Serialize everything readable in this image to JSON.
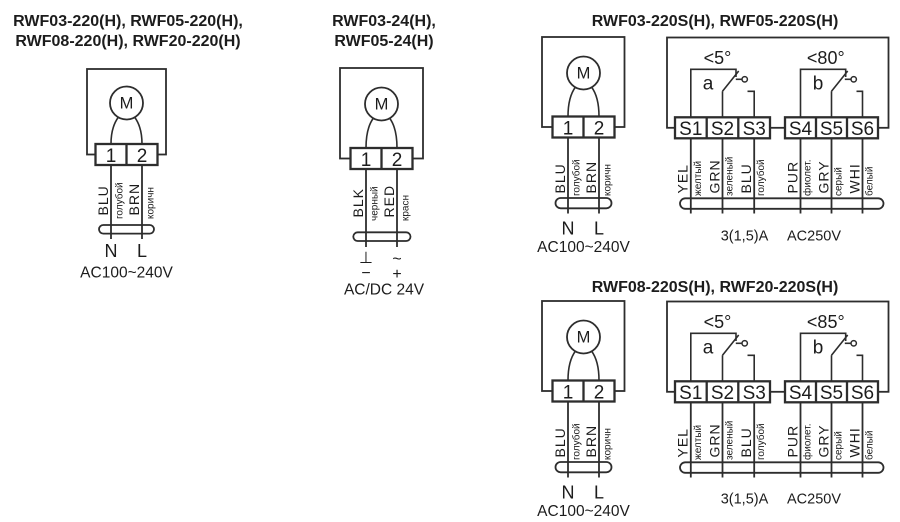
{
  "diagram_220": {
    "title_line1": "RWF03-220(H), RWF05-220(H),",
    "title_line2": "RWF08-220(H), RWF20-220(H)",
    "motor_label": "M",
    "terminal_1": "1",
    "terminal_2": "2",
    "wire_1_code": "BLU",
    "wire_1_name": "голубой",
    "wire_2_code": "BRN",
    "wire_2_name": "коричн",
    "pin_n": "N",
    "pin_l": "L",
    "supply": "AC100~240V"
  },
  "diagram_24": {
    "title_line1": "RWF03-24(H),",
    "title_line2": "RWF05-24(H)",
    "motor_label": "M",
    "terminal_1": "1",
    "terminal_2": "2",
    "wire_1_code": "BLK",
    "wire_1_name": "черный",
    "wire_2_code": "RED",
    "wire_2_name": "красн",
    "sym_gnd": "⊥",
    "sym_minus": "−",
    "sym_ac": "~",
    "sym_plus": "+",
    "supply": "AC/DC 24V"
  },
  "diagram_220s_small": {
    "title": "RWF03-220S(H), RWF05-220S(H)",
    "motor_label": "M",
    "terminal_1": "1",
    "terminal_2": "2",
    "motor_wire_1_code": "BLU",
    "motor_wire_1_name": "голубой",
    "motor_wire_2_code": "BRN",
    "motor_wire_2_name": "коричн",
    "pin_n": "N",
    "pin_l": "L",
    "motor_supply": "AC100~240V",
    "switch_a_angle": "<5°",
    "switch_a_label": "a",
    "switch_b_angle": "<80°",
    "switch_b_label": "b",
    "s_terminals": [
      "S1",
      "S2",
      "S3",
      "S4",
      "S5",
      "S6"
    ],
    "s_wires": [
      {
        "code": "YEL",
        "name": "желтый"
      },
      {
        "code": "GRN",
        "name": "зеленый"
      },
      {
        "code": "BLU",
        "name": "голубой"
      },
      {
        "code": "PUR",
        "name": "фиолет."
      },
      {
        "code": "GRY",
        "name": "серый"
      },
      {
        "code": "WHI",
        "name": "белый"
      }
    ],
    "rating_current": "3(1,5)A",
    "rating_voltage": "AC250V"
  },
  "diagram_220s_large": {
    "title": "RWF08-220S(H), RWF20-220S(H)",
    "motor_label": "M",
    "terminal_1": "1",
    "terminal_2": "2",
    "motor_wire_1_code": "BLU",
    "motor_wire_1_name": "голубой",
    "motor_wire_2_code": "BRN",
    "motor_wire_2_name": "коричн",
    "pin_n": "N",
    "pin_l": "L",
    "motor_supply": "AC100~240V",
    "switch_a_angle": "<5°",
    "switch_a_label": "a",
    "switch_b_angle": "<85°",
    "switch_b_label": "b",
    "s_terminals": [
      "S1",
      "S2",
      "S3",
      "S4",
      "S5",
      "S6"
    ],
    "s_wires": [
      {
        "code": "YEL",
        "name": "желтый"
      },
      {
        "code": "GRN",
        "name": "зеленый"
      },
      {
        "code": "BLU",
        "name": "голубой"
      },
      {
        "code": "PUR",
        "name": "фиолет."
      },
      {
        "code": "GRY",
        "name": "серый"
      },
      {
        "code": "WHI",
        "name": "белый"
      }
    ],
    "rating_current": "3(1,5)A",
    "rating_voltage": "AC250V"
  }
}
